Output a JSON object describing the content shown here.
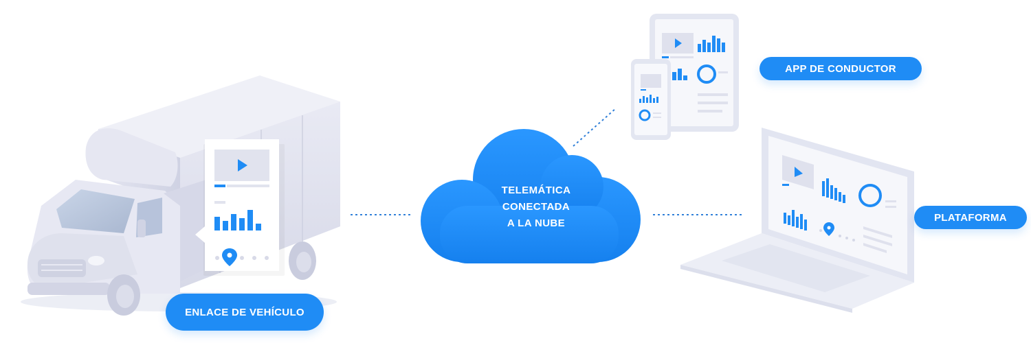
{
  "labels": {
    "vehicle_link": "ENLACE DE VEHÍCULO",
    "cloud_line1": "TELEMÁTICA",
    "cloud_line2": "CONECTADA",
    "cloud_line3": "A LA NUBE",
    "driver_app": "APP DE CONDUCTOR",
    "platform": "PLATAFORMA"
  },
  "colors": {
    "accent": "#1f8cf5",
    "device_body": "#eef0f8",
    "truck": "#dfe1ee"
  },
  "icons": [
    "truck-illustration",
    "play-icon",
    "map-pin-icon",
    "cloud-shape",
    "tablet-device",
    "phone-device",
    "laptop-device",
    "bar-chart-icon",
    "donut-icon"
  ]
}
